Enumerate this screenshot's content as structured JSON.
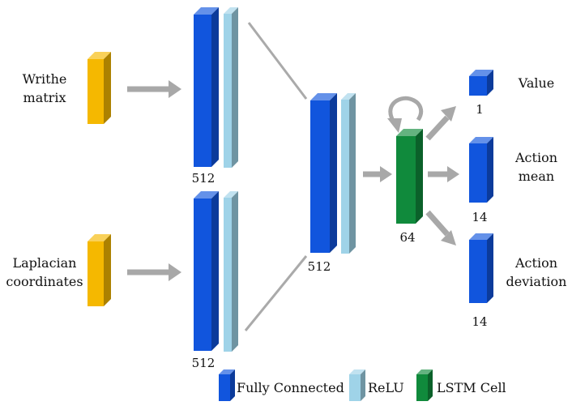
{
  "inputs": {
    "writhe_line1": "Writhe",
    "writhe_line2": "matrix",
    "laplacian_line1": "Laplacian",
    "laplacian_line2": "coordinates"
  },
  "layer_sizes": {
    "fc_top": "512",
    "fc_bottom": "512",
    "fc_merge": "512",
    "lstm": "64",
    "value": "1",
    "action_mean": "14",
    "action_deviation": "14"
  },
  "outputs": {
    "value": "Value",
    "mean_line1": "Action",
    "mean_line2": "mean",
    "dev_line1": "Action",
    "dev_line2": "deviation"
  },
  "legend": {
    "fully_connected": "Fully Connected",
    "relu": "ReLU",
    "lstm_cell": "LSTM Cell"
  },
  "colors": {
    "input": "#f5b800",
    "fully_connected": "#1155dd",
    "relu": "#9fd3e8",
    "lstm": "#108a3c",
    "arrow": "#a8a8a8"
  }
}
